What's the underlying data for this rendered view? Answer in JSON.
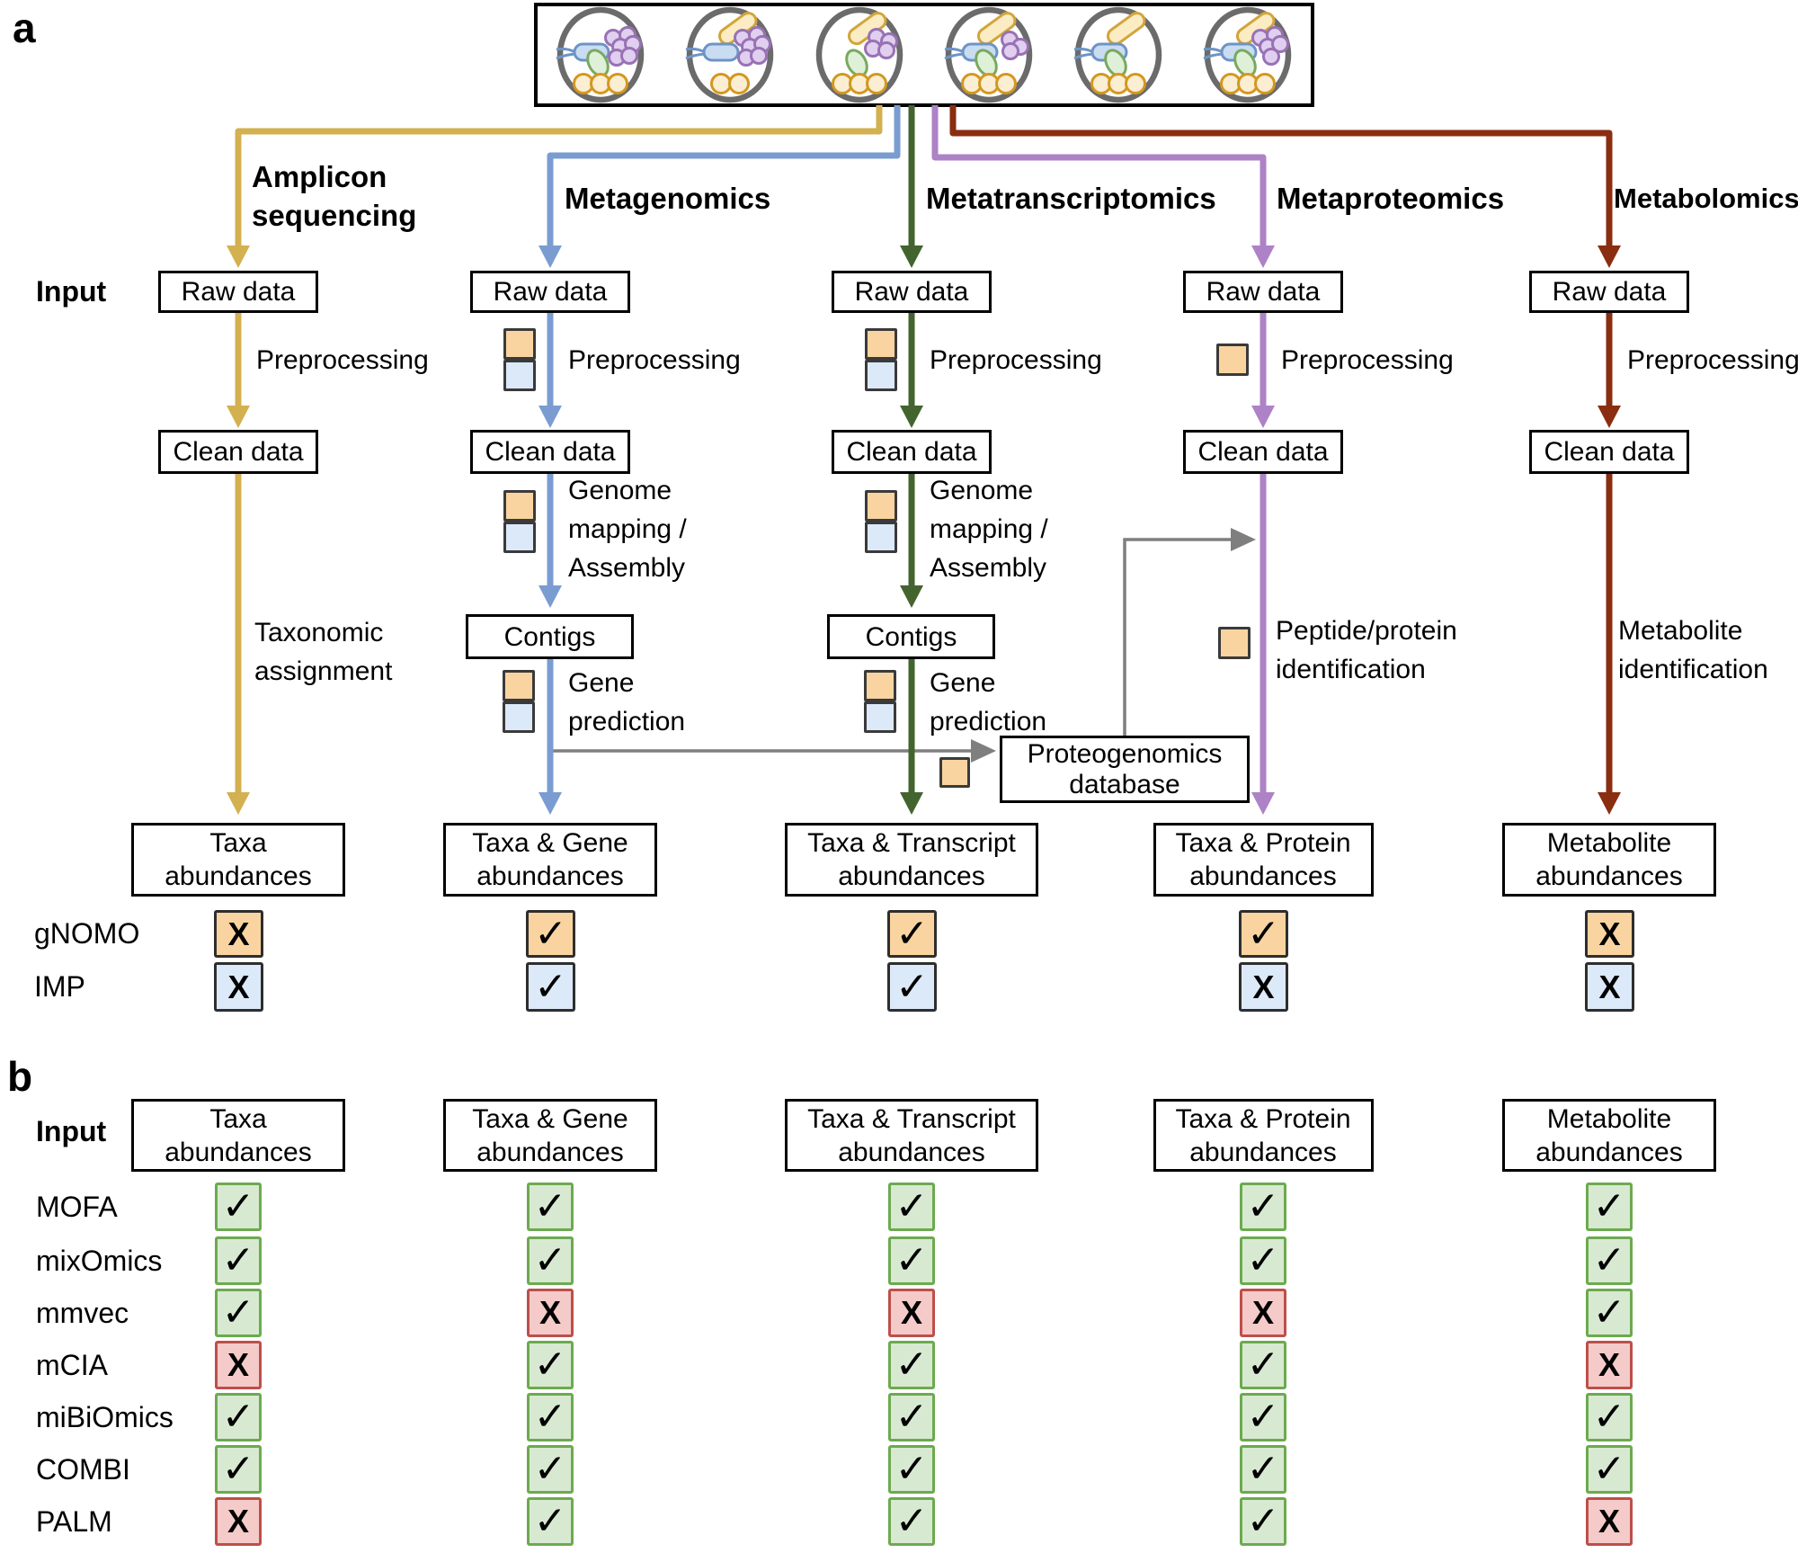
{
  "colors": {
    "amplicon": "#D3B050",
    "metagenomics": "#7A9CD0",
    "metatranscriptomics": "#43642F",
    "metaproteomics": "#AE82C6",
    "metabolomics": "#8A2D11",
    "connector_gray": "#7F7F7F",
    "box_border": "#000000",
    "gnomo_marker_bg": "#FAD4A0",
    "imp_marker_bg": "#DCE9F8",
    "marker_border": "#3A3A3A",
    "check_bg": "#D8E9D2",
    "check_border": "#6CAA4F",
    "x_bg": "#F4CBC9",
    "x_border": "#BD4F4A",
    "dish_ring": "#6B6B6B",
    "microbes": {
      "yellow_rod_fill": "#FCECC4",
      "yellow_rod_stroke": "#D2A53B",
      "blue_rod_fill": "#C9DCF1",
      "blue_rod_stroke": "#6D94C6",
      "purple_cocci_fill": "#E0CFEF",
      "purple_cocci_stroke": "#9872B5",
      "green_oval_fill": "#DFF0D8",
      "green_oval_stroke": "#79A95F",
      "orange_cocci_fill": "#FBEED2",
      "orange_cocci_stroke": "#D3981F"
    }
  },
  "panel_a": {
    "label": "a",
    "input_label": "Input",
    "tool_legend": [
      {
        "name": "gNOMO",
        "marker": "orange-square"
      },
      {
        "name": "IMP",
        "marker": "blue-square"
      }
    ],
    "proteogenomics": {
      "lines": [
        "Proteogenomics",
        "database"
      ],
      "tools": [
        "gNOMO"
      ]
    },
    "workflows": [
      {
        "name_lines": [
          "Amplicon",
          "sequencing"
        ],
        "color": "#D3B050",
        "raw_box": "Raw data",
        "clean_box": "Clean data",
        "preprocessing": {
          "label": "Preprocessing",
          "tools": []
        },
        "analysis": {
          "lines": [
            "Taxonomic",
            "assignment"
          ],
          "tools": []
        },
        "result_lines": [
          "Taxa",
          "abundances"
        ],
        "gnomo": "x",
        "imp": "x"
      },
      {
        "name_lines": [
          "Metagenomics"
        ],
        "color": "#7A9CD0",
        "raw_box": "Raw data",
        "clean_box": "Clean data",
        "contigs_box": "Contigs",
        "preprocessing": {
          "label": "Preprocessing",
          "tools": [
            "gNOMO",
            "IMP"
          ]
        },
        "analysis": {
          "lines": [
            "Genome",
            "mapping /",
            "Assembly"
          ],
          "tools": [
            "gNOMO",
            "IMP"
          ]
        },
        "gene_prediction": {
          "lines": [
            "Gene",
            "prediction"
          ],
          "tools": [
            "gNOMO",
            "IMP"
          ]
        },
        "result_lines": [
          "Taxa & Gene",
          "abundances"
        ],
        "gnomo": "check",
        "imp": "check"
      },
      {
        "name_lines": [
          "Metatranscriptomics"
        ],
        "color": "#43642F",
        "raw_box": "Raw data",
        "clean_box": "Clean data",
        "contigs_box": "Contigs",
        "preprocessing": {
          "label": "Preprocessing",
          "tools": [
            "gNOMO",
            "IMP"
          ]
        },
        "analysis": {
          "lines": [
            "Genome",
            "mapping /",
            "Assembly"
          ],
          "tools": [
            "gNOMO",
            "IMP"
          ]
        },
        "gene_prediction": {
          "lines": [
            "Gene",
            "prediction"
          ],
          "tools": [
            "gNOMO",
            "IMP"
          ]
        },
        "result_lines": [
          "Taxa & Transcript",
          "abundances"
        ],
        "gnomo": "check",
        "imp": "check"
      },
      {
        "name_lines": [
          "Metaproteomics"
        ],
        "color": "#AE82C6",
        "raw_box": "Raw data",
        "clean_box": "Clean data",
        "preprocessing": {
          "label": "Preprocessing",
          "tools": [
            "gNOMO"
          ]
        },
        "analysis": {
          "lines": [
            "Peptide/protein",
            "identification"
          ],
          "tools": [
            "gNOMO"
          ]
        },
        "result_lines": [
          "Taxa & Protein",
          "abundances"
        ],
        "gnomo": "check",
        "imp": "x"
      },
      {
        "name_lines": [
          "Metabolomics"
        ],
        "color": "#8A2D11",
        "raw_box": "Raw data",
        "clean_box": "Clean data",
        "preprocessing": {
          "label": "Preprocessing",
          "tools": []
        },
        "analysis": {
          "lines": [
            "Metabolite",
            "identification"
          ],
          "tools": []
        },
        "result_lines": [
          "Metabolite",
          "abundances"
        ],
        "gnomo": "x",
        "imp": "x"
      }
    ],
    "sample_dishes": [
      {
        "yellow_rod": false,
        "blue_rod": true,
        "purple_cocci": 6,
        "green_oval": true,
        "orange_cocci": 3
      },
      {
        "yellow_rod": true,
        "blue_rod": true,
        "purple_cocci": 6,
        "green_oval": false,
        "orange_cocci": 2
      },
      {
        "yellow_rod": true,
        "blue_rod": false,
        "purple_cocci": 4,
        "green_oval": true,
        "orange_cocci": 3
      },
      {
        "yellow_rod": true,
        "blue_rod": true,
        "purple_cocci": 3,
        "green_oval": true,
        "orange_cocci": 3
      },
      {
        "yellow_rod": true,
        "blue_rod": true,
        "purple_cocci": 0,
        "green_oval": true,
        "orange_cocci": 3
      },
      {
        "yellow_rod": true,
        "blue_rod": true,
        "purple_cocci": 5,
        "green_oval": true,
        "orange_cocci": 3
      }
    ]
  },
  "panel_b": {
    "label": "b",
    "input_label": "Input",
    "headers": [
      [
        "Taxa",
        "abundances"
      ],
      [
        "Taxa & Gene",
        "abundances"
      ],
      [
        "Taxa & Transcript",
        "abundances"
      ],
      [
        "Taxa & Protein",
        "abundances"
      ],
      [
        "Metabolite",
        "abundances"
      ]
    ],
    "tools": [
      {
        "name": "MOFA",
        "marks": [
          "check",
          "check",
          "check",
          "check",
          "check"
        ]
      },
      {
        "name": "mixOmics",
        "marks": [
          "check",
          "check",
          "check",
          "check",
          "check"
        ]
      },
      {
        "name": "mmvec",
        "marks": [
          "check",
          "x",
          "x",
          "x",
          "check"
        ]
      },
      {
        "name": "mCIA",
        "marks": [
          "x",
          "check",
          "check",
          "check",
          "x"
        ]
      },
      {
        "name": "miBiOmics",
        "marks": [
          "check",
          "check",
          "check",
          "check",
          "check"
        ]
      },
      {
        "name": "COMBI",
        "marks": [
          "check",
          "check",
          "check",
          "check",
          "check"
        ]
      },
      {
        "name": "PALM",
        "marks": [
          "x",
          "check",
          "check",
          "check",
          "x"
        ]
      }
    ],
    "mark_glyphs": {
      "check": "✓",
      "x": "X"
    }
  }
}
